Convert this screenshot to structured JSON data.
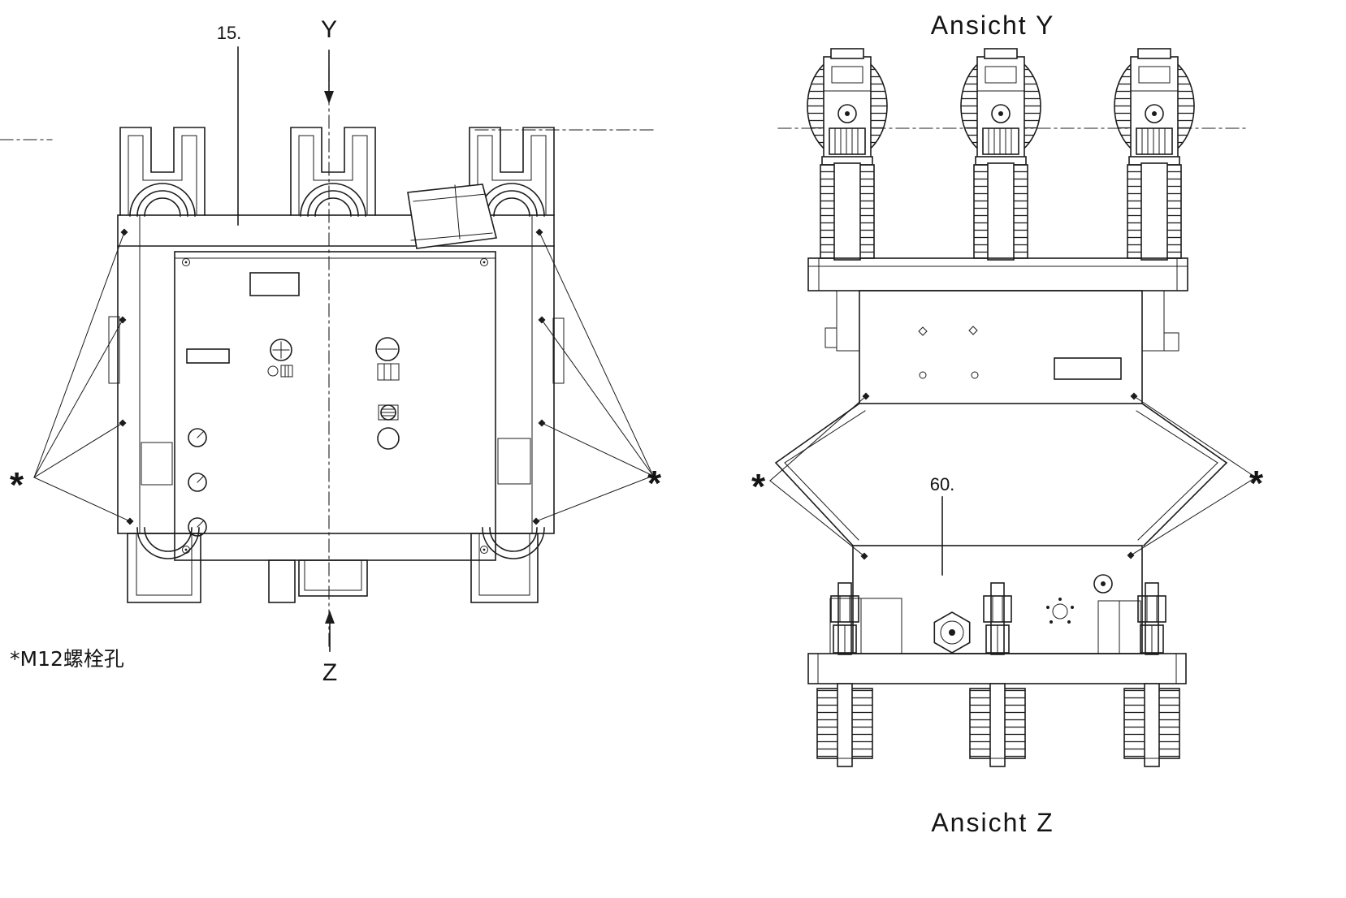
{
  "page": {
    "background": "#ffffff",
    "ink": "#1c1c1c"
  },
  "top_view": {
    "part_label": "15.",
    "axis_top_label": "Y",
    "axis_bottom_label": "Z",
    "asterisk": "*",
    "bolt_note": "*M12螺栓孔"
  },
  "front_view": {
    "title": "Ansicht Y",
    "bottom_title": "Ansicht Z",
    "part_label": "60.",
    "asterisk": "*"
  }
}
